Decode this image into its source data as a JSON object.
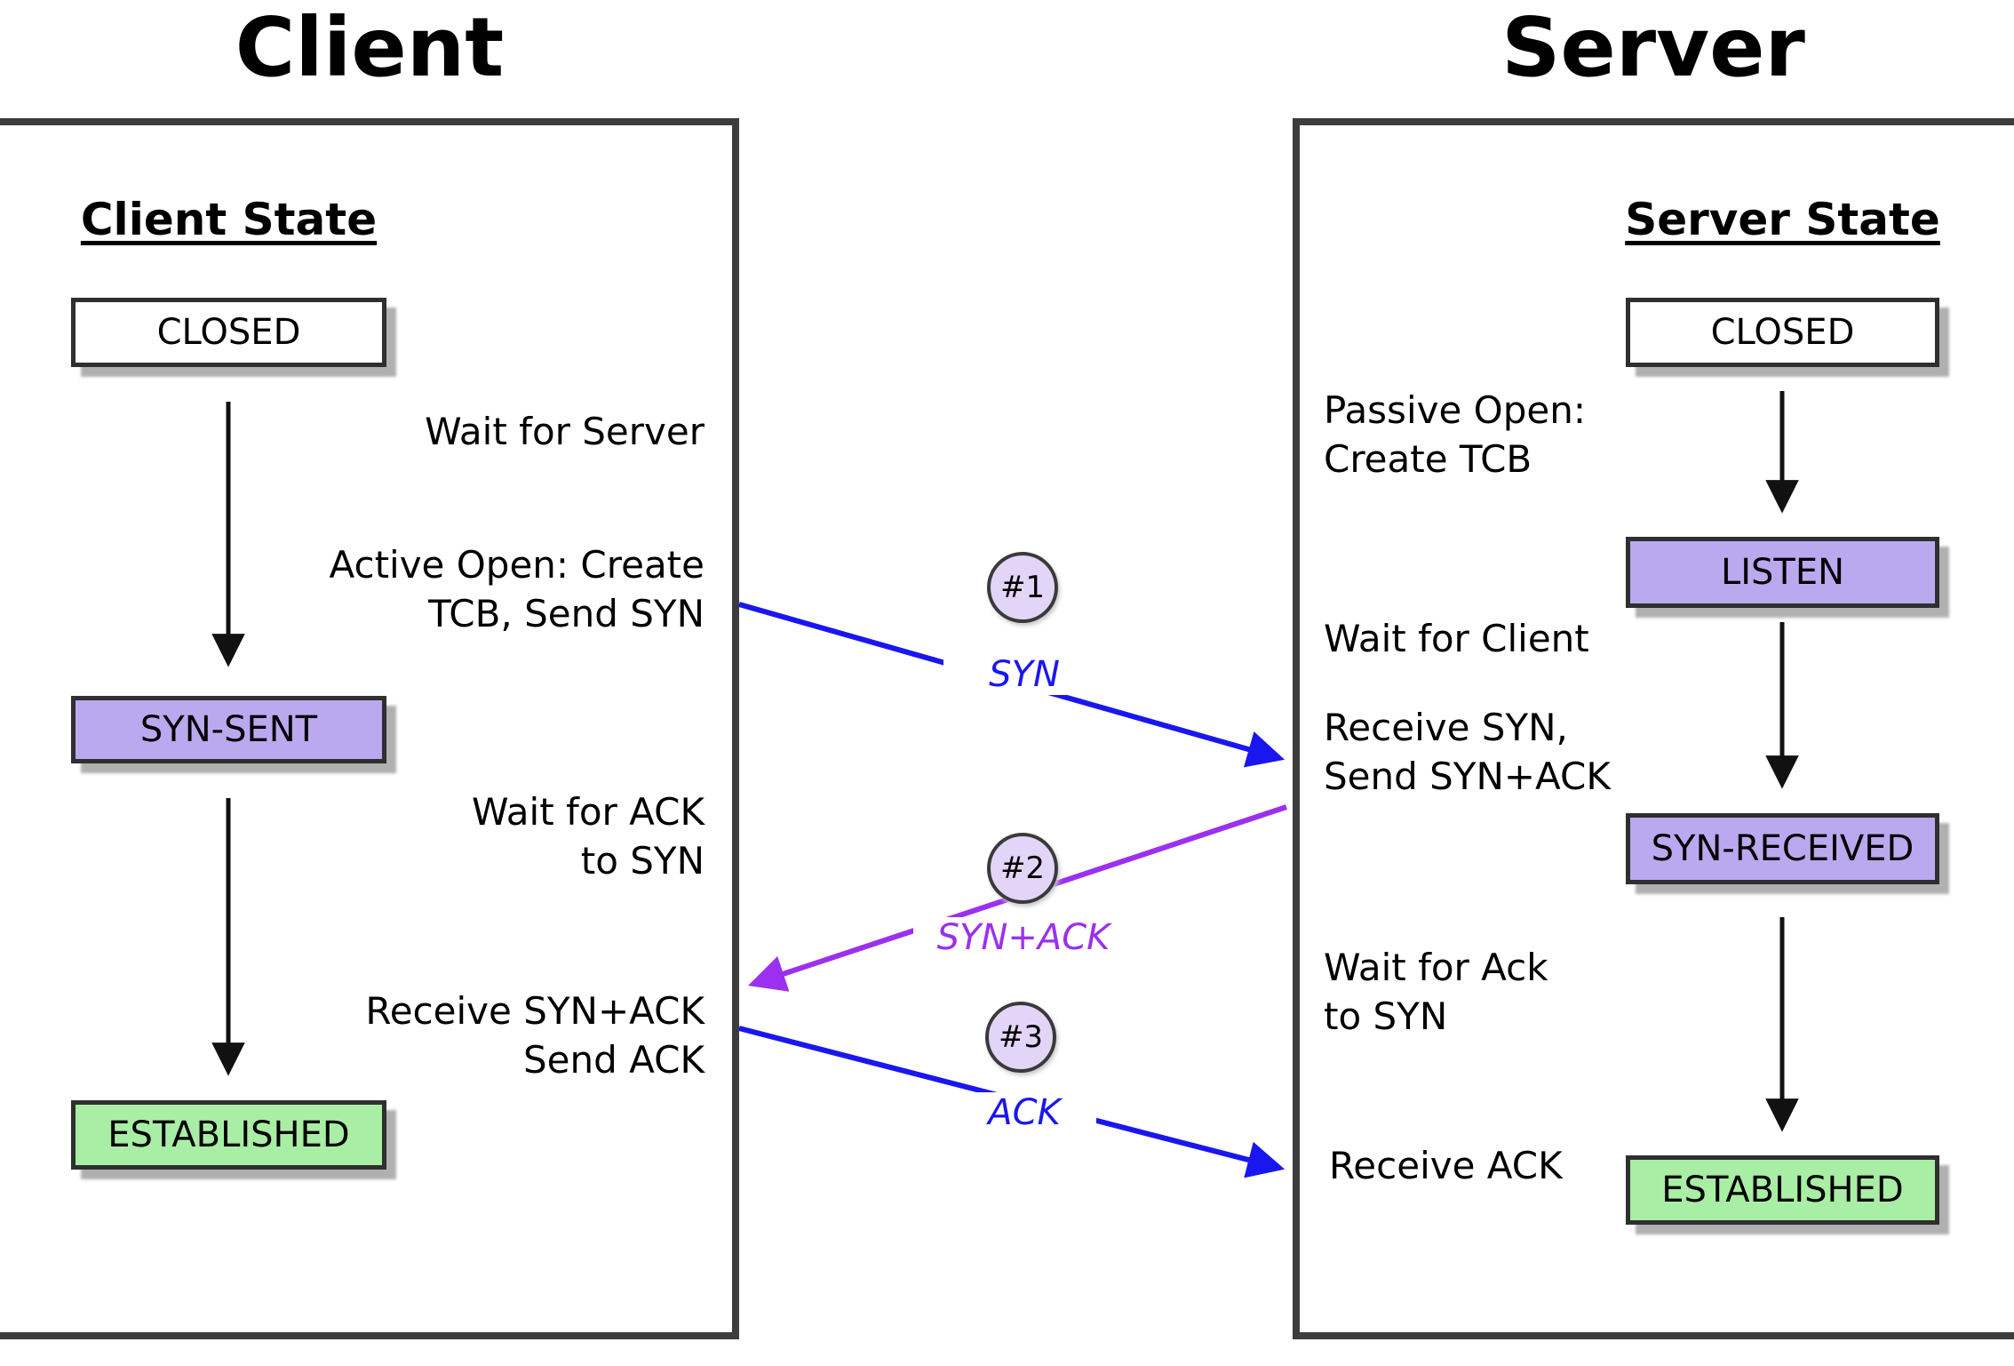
{
  "titles": {
    "client": "Client",
    "server": "Server"
  },
  "client_panel": {
    "heading": "Client State",
    "states": [
      {
        "label": "CLOSED"
      },
      {
        "label": "SYN-SENT"
      },
      {
        "label": "ESTABLISHED"
      }
    ],
    "annotations": [
      {
        "text": "Wait for Server"
      },
      {
        "text": "Active Open: Create\nTCB, Send SYN"
      },
      {
        "text": "Wait for ACK\nto SYN"
      },
      {
        "text": "Receive SYN+ACK\nSend ACK"
      }
    ]
  },
  "server_panel": {
    "heading": "Server State",
    "states": [
      {
        "label": "CLOSED"
      },
      {
        "label": "LISTEN"
      },
      {
        "label": "SYN-RECEIVED"
      },
      {
        "label": "ESTABLISHED"
      }
    ],
    "annotations": [
      {
        "text": "Passive Open:\nCreate TCB"
      },
      {
        "text": "Wait for Client"
      },
      {
        "text": "Receive SYN,\nSend SYN+ACK"
      },
      {
        "text": "Wait for Ack\nto SYN"
      },
      {
        "text": "Receive ACK"
      }
    ]
  },
  "messages": [
    {
      "badge": "#1",
      "label": "SYN",
      "color": "#1a16f0"
    },
    {
      "badge": "#2",
      "label": "SYN+ACK",
      "color": "#9b30f0"
    },
    {
      "badge": "#3",
      "label": "ACK",
      "color": "#1a16f0"
    }
  ],
  "colors": {
    "arrow_blue": "#1a16f0",
    "arrow_purple": "#9b30f0",
    "arrow_black": "#111111",
    "state_waiting_fill": "#bba9ef",
    "state_established_fill": "#a8eea4",
    "state_closed_fill": "#ffffff",
    "badge_fill": "#e3d5f7",
    "panel_border": "#3d3d3d"
  }
}
